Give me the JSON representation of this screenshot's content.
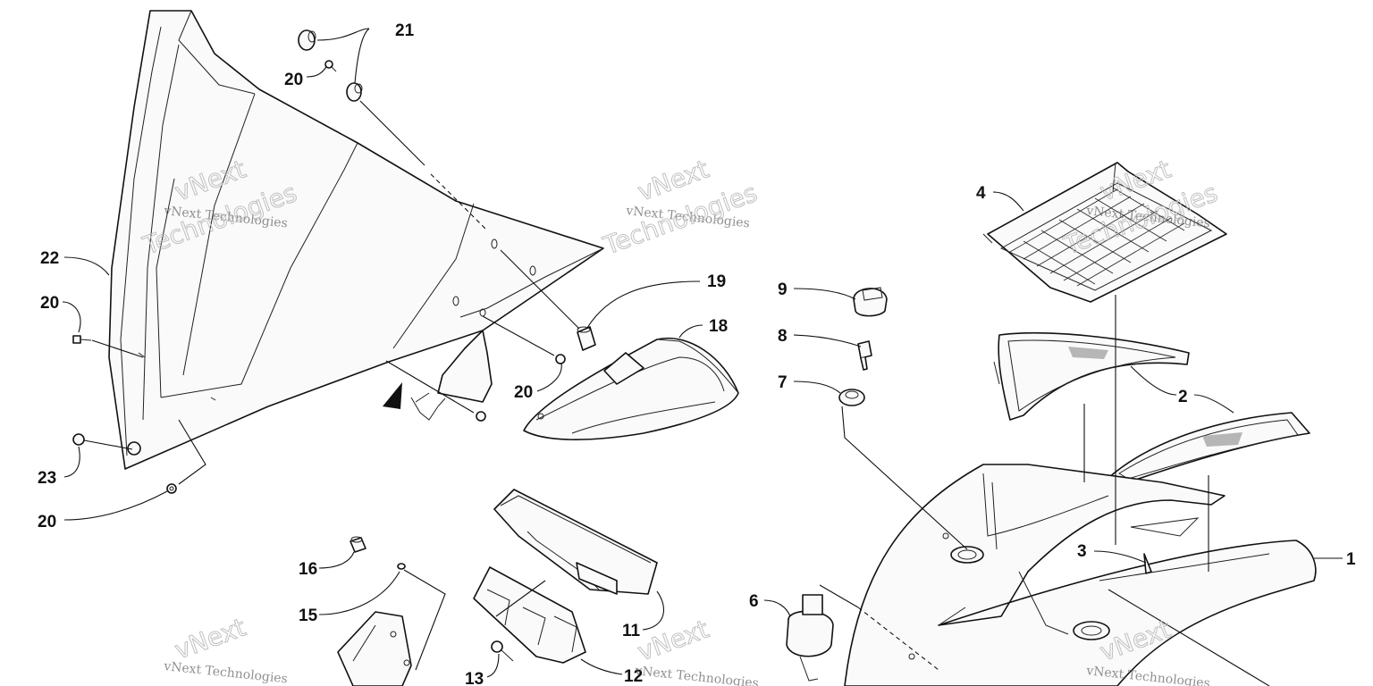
{
  "watermark": {
    "line1": "vNext Technologies",
    "word1": "vNext",
    "word2": "Technologies"
  },
  "callouts": [
    {
      "id": "c1",
      "label": "1"
    },
    {
      "id": "c2",
      "label": "2"
    },
    {
      "id": "c3",
      "label": "3"
    },
    {
      "id": "c4",
      "label": "4"
    },
    {
      "id": "c6",
      "label": "6"
    },
    {
      "id": "c7",
      "label": "7"
    },
    {
      "id": "c8",
      "label": "8"
    },
    {
      "id": "c9",
      "label": "9"
    },
    {
      "id": "c11",
      "label": "11"
    },
    {
      "id": "c12",
      "label": "12"
    },
    {
      "id": "c13",
      "label": "13"
    },
    {
      "id": "c15",
      "label": "15"
    },
    {
      "id": "c16",
      "label": "16"
    },
    {
      "id": "c18",
      "label": "18"
    },
    {
      "id": "c19",
      "label": "19"
    },
    {
      "id": "c20a",
      "label": "20"
    },
    {
      "id": "c20b",
      "label": "20"
    },
    {
      "id": "c20c",
      "label": "20"
    },
    {
      "id": "c20d",
      "label": "20"
    },
    {
      "id": "c21",
      "label": "21"
    },
    {
      "id": "c22",
      "label": "22"
    },
    {
      "id": "c23",
      "label": "23"
    }
  ]
}
